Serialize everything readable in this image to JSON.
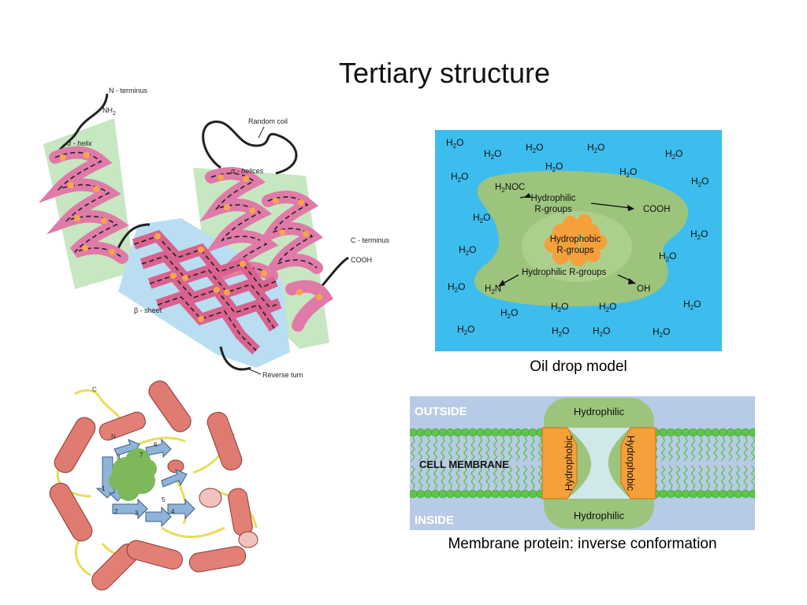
{
  "title": "Tertiary structure",
  "tertiary_diagram": {
    "n_terminus": "N - terminus",
    "nh2": "NH",
    "nh2_sub": "2",
    "alpha_helix": "α - helix",
    "random_coil": "Random coil",
    "alpha_helices": "α - helices",
    "c_terminus": "C - terminus",
    "cooh": "COOH",
    "beta_sheet": "β - sheet",
    "reverse_turn": "Reverse turn"
  },
  "oil_drop": {
    "water_main": "H",
    "water_sub": "2",
    "water_end": "O",
    "h2noc_a": "H",
    "h2noc_sub": "2",
    "h2noc_b": "NOC",
    "hydrophilic": "Hydrophilic",
    "r_groups": "R-groups",
    "cooh": "COOH",
    "hydrophobic": "Hydrophobic",
    "hydrophilic_r_groups": "Hydrophilic R-groups",
    "h2n_a": "H",
    "h2n_sub": "2",
    "h2n_b": "N",
    "oh": "OH",
    "caption": "Oil drop model"
  },
  "ribbon_model": {
    "c_label": "C",
    "n_label": "N",
    "strand_numbers": [
      "1",
      "2",
      "3",
      "4",
      "5",
      "6",
      "7",
      "8"
    ]
  },
  "membrane": {
    "outside": "OUTSIDE",
    "inside": "INSIDE",
    "cell_membrane": "CELL MEMBRANE",
    "hydrophilic_top": "Hydrophilic",
    "hydrophilic_bottom": "Hydrophilic",
    "hydrophobic_left": "Hydrophobic",
    "hydrophobic_right": "Hydrophobic",
    "caption": "Membrane protein: inverse conformation"
  },
  "colors": {
    "oil_water": "#3dbdee",
    "oil_drop": "#9dc47c",
    "hydrophobic_core": "#f5a03a",
    "helix": "#e07aa8",
    "sheet_bg": "#b9def2",
    "helix_bg": "#c7e6c2",
    "membrane_lipid": "#5fc44a",
    "membrane_band": "#b8cbe6"
  }
}
